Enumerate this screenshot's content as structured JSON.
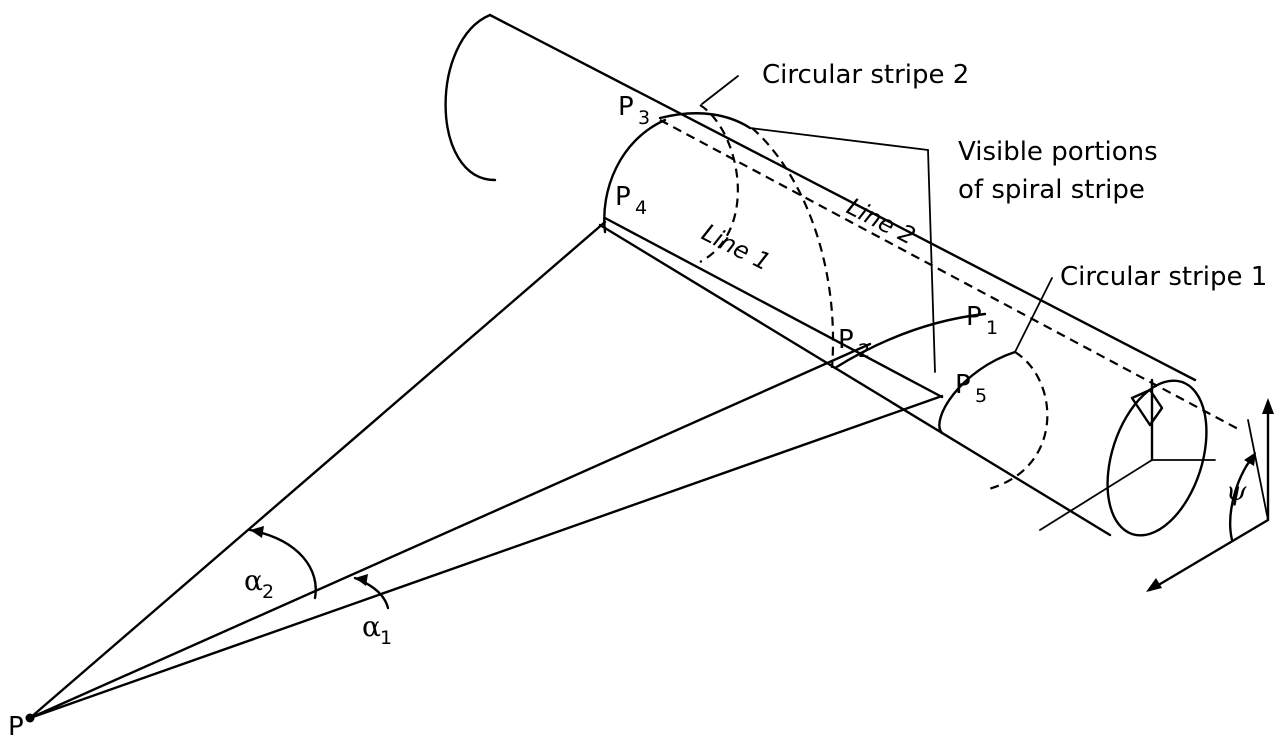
{
  "labels": {
    "circular_stripe_2": "Circular stripe 2",
    "circular_stripe_1": "Circular stripe 1",
    "visible_portions_line1": "Visible portions",
    "visible_portions_line2": "of spiral stripe",
    "line_1": "Line 1",
    "line_2": "Line 2",
    "p_letter": "P",
    "sub_1": "1",
    "sub_2": "2",
    "sub_3": "3",
    "sub_4": "4",
    "sub_5": "5",
    "observer": "P",
    "alpha": "α",
    "psi": "ψ"
  }
}
